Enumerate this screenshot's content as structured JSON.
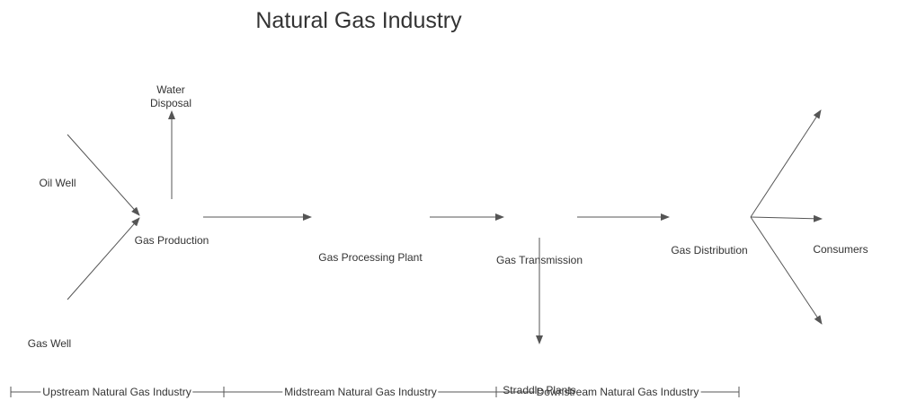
{
  "title": "Natural Gas Industry",
  "nodes": {
    "water_disposal_line1": "Water",
    "water_disposal_line2": "Disposal",
    "oil_well": "Oil Well",
    "gas_well": "Gas Well",
    "gas_production": "Gas Production",
    "gas_processing_plant": "Gas Processing Plant",
    "gas_transmission": "Gas Transmission",
    "straddle_plants": "Straddle Plants",
    "gas_distribution": "Gas Distribution",
    "consumers": "Consumers"
  },
  "stages": {
    "upstream": "Upstream Natural Gas Industry",
    "midstream": "Midstream Natural Gas Industry",
    "downstream": "Downstream Natural Gas Industry"
  },
  "colors": {
    "line": "#555555",
    "text": "#333333"
  }
}
